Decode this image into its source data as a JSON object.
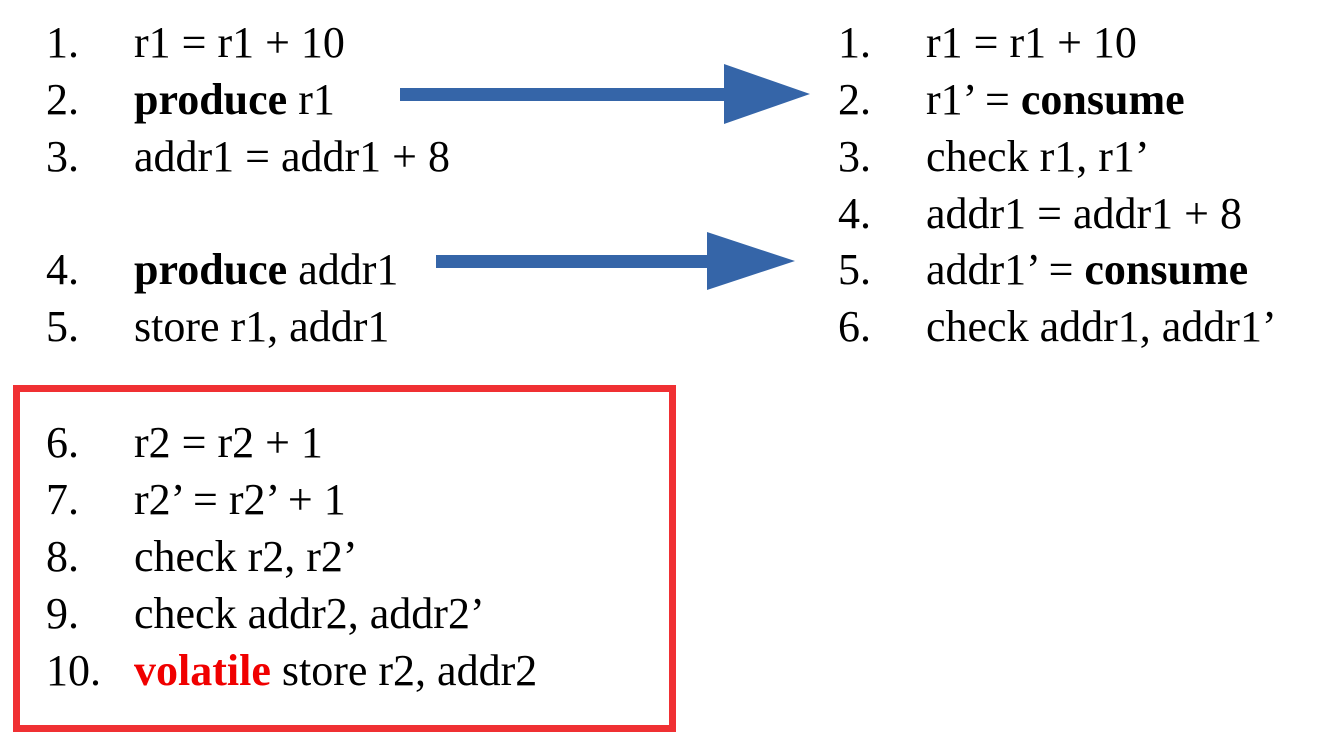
{
  "left_code": {
    "lines": [
      {
        "num": "1.",
        "before": "r1 = r1 + 10",
        "keyword": "",
        "after": ""
      },
      {
        "num": "2.",
        "before": "",
        "keyword": "produce",
        "after": " r1"
      },
      {
        "num": "3.",
        "before": "addr1 = addr1 + 8",
        "keyword": "",
        "after": ""
      },
      {
        "num": "4.",
        "before": "",
        "keyword": "produce",
        "after": " addr1"
      },
      {
        "num": "5.",
        "before": "store r1, addr1",
        "keyword": "",
        "after": ""
      }
    ]
  },
  "boxed_code": {
    "border_color": "#f03033",
    "lines": [
      {
        "num": "6.",
        "before": "r2 = r2 + 1",
        "keyword": "",
        "after": ""
      },
      {
        "num": "7.",
        "before": "r2’ = r2’ + 1",
        "keyword": "",
        "after": ""
      },
      {
        "num": "8.",
        "before": "check r2, r2’",
        "keyword": "",
        "after": ""
      },
      {
        "num": "9.",
        "before": "check addr2, addr2’",
        "keyword": "",
        "after": ""
      },
      {
        "num": "10.",
        "before": "",
        "keyword": "volatile",
        "after": " store r2, addr2"
      }
    ]
  },
  "right_code": {
    "lines": [
      {
        "num": "1.",
        "before": "r1 = r1 + 10",
        "keyword": "",
        "after": ""
      },
      {
        "num": "2.",
        "before": "r1’ = ",
        "keyword": "consume",
        "after": ""
      },
      {
        "num": "3.",
        "before": "check r1, r1’",
        "keyword": "",
        "after": ""
      },
      {
        "num": "4.",
        "before": "addr1 = addr1 + 8",
        "keyword": "",
        "after": ""
      },
      {
        "num": "5.",
        "before": "addr1’ = ",
        "keyword": "consume",
        "after": ""
      },
      {
        "num": "6.",
        "before": "check addr1, addr1’",
        "keyword": "",
        "after": ""
      }
    ]
  },
  "colors": {
    "arrow": "#3565a8",
    "volatile_keyword": "#f00000",
    "box_border": "#f03033"
  }
}
